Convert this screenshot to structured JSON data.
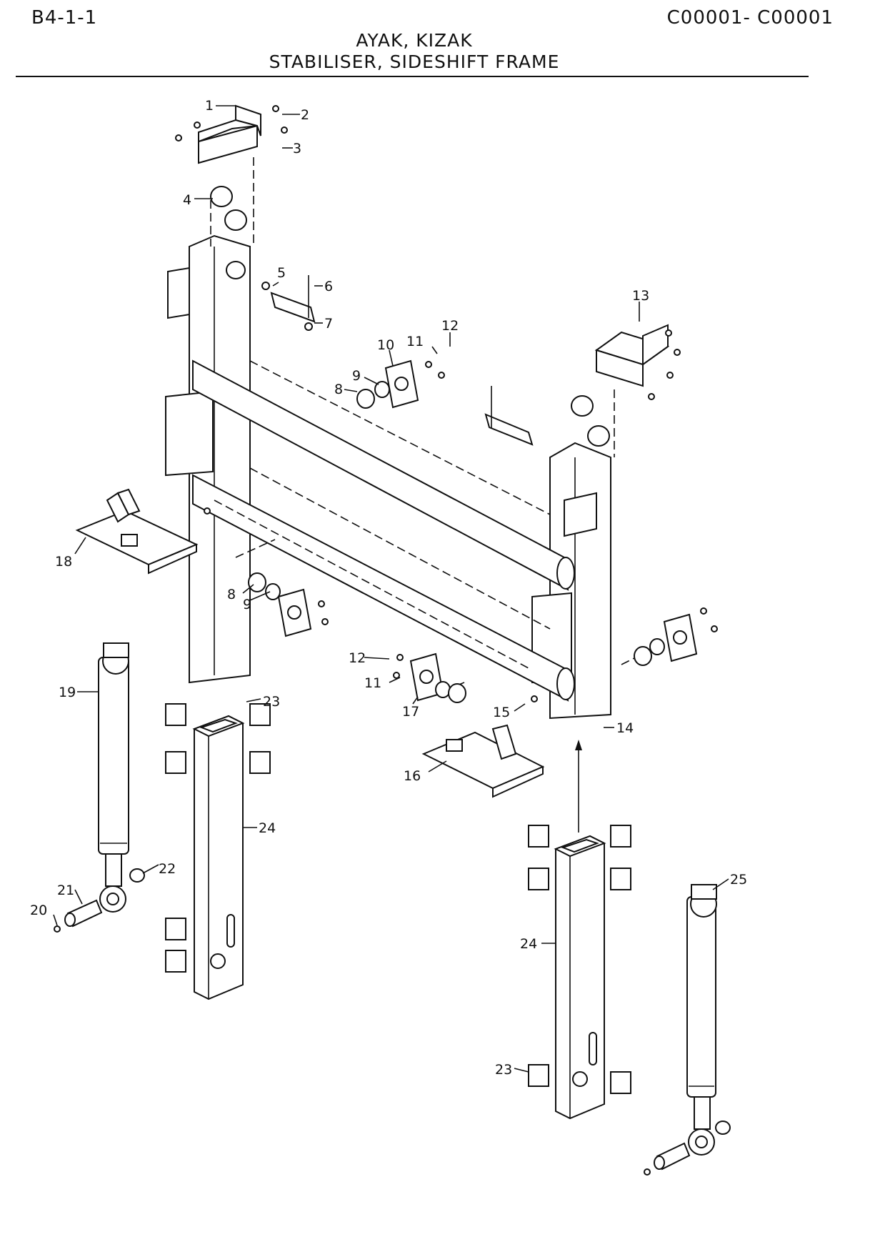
{
  "header": {
    "code_left": "B4-1-1",
    "code_right": "C00001- C00001",
    "title_line1": "AYAK, KIZAK",
    "title_line2": "STABILISER, SIDESHIFT FRAME"
  },
  "callouts": [
    "1",
    "2",
    "3",
    "4",
    "5",
    "6",
    "7",
    "8",
    "9",
    "10",
    "11",
    "12",
    "13",
    "14",
    "15",
    "16",
    "17",
    "18",
    "19",
    "20",
    "21",
    "22",
    "23",
    "24",
    "25",
    "8",
    "9",
    "12",
    "11",
    "23",
    "24",
    "23"
  ]
}
